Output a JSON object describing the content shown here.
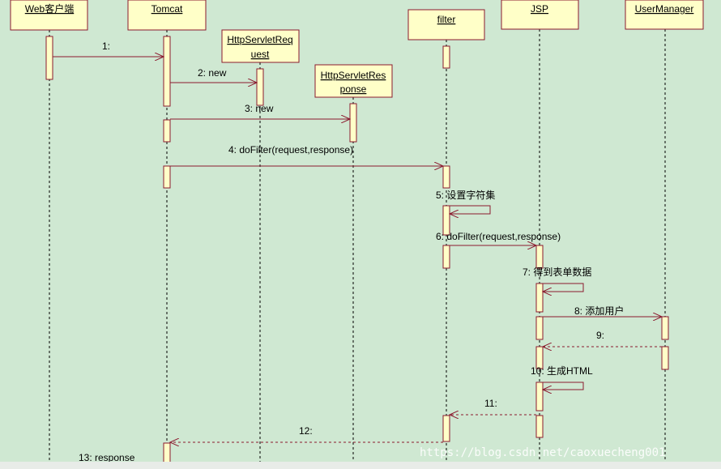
{
  "colors": {
    "background": "#cfe8d2",
    "object_fill": "#ffffc8",
    "line": "#8b1a2e",
    "lifeline": "#000000"
  },
  "lifelines": [
    {
      "id": "web",
      "label": "Web客户端"
    },
    {
      "id": "tomcat",
      "label": "Tomcat"
    },
    {
      "id": "req",
      "label_line1": "HttpServletReq",
      "label_line2": "uest"
    },
    {
      "id": "resp",
      "label_line1": "HttpServletRes",
      "label_line2": "ponse"
    },
    {
      "id": "filter",
      "label": "filter"
    },
    {
      "id": "jsp",
      "label": "JSP"
    },
    {
      "id": "um",
      "label": "UserManager"
    }
  ],
  "messages": [
    {
      "id": "m1",
      "label": "1:"
    },
    {
      "id": "m2",
      "label": "2: new"
    },
    {
      "id": "m3",
      "label": "3: new"
    },
    {
      "id": "m4",
      "label": "4: doFilter(request,response)"
    },
    {
      "id": "m5",
      "label": "5: 设置字符集"
    },
    {
      "id": "m6",
      "label": "6: doFilter(request,response)"
    },
    {
      "id": "m7",
      "label": "7: 得到表单数据"
    },
    {
      "id": "m8",
      "label": "8: 添加用户"
    },
    {
      "id": "m9",
      "label": "9:"
    },
    {
      "id": "m10",
      "label": "10: 生成HTML"
    },
    {
      "id": "m11",
      "label": "11:"
    },
    {
      "id": "m12",
      "label": "12:"
    },
    {
      "id": "m13",
      "label": "13: response"
    }
  ],
  "watermark": "https://blog.csdn.net/caoxuecheng001"
}
